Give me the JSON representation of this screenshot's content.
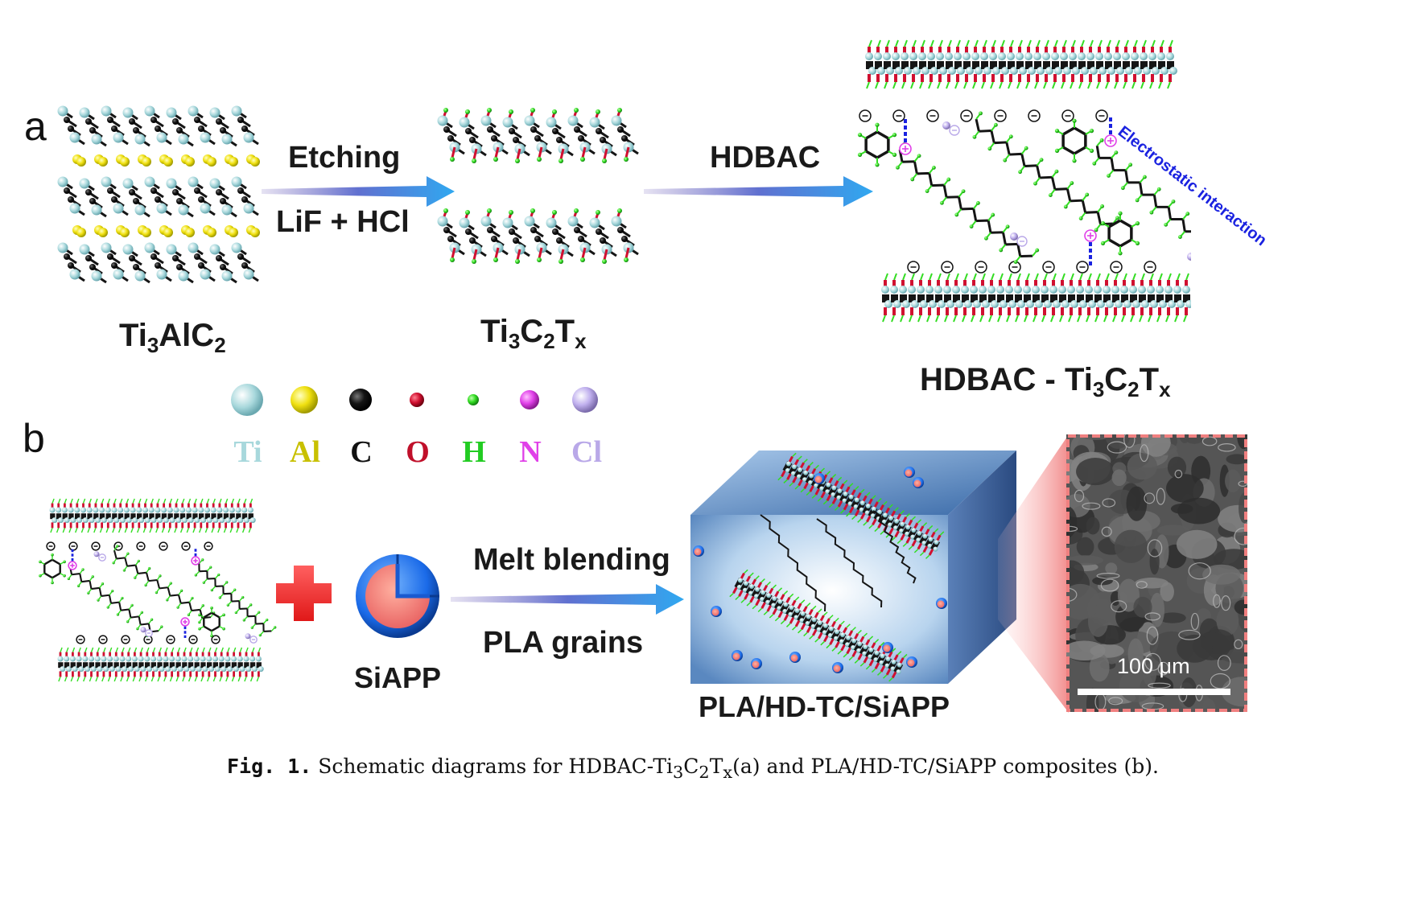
{
  "panel_a": {
    "letter": "a",
    "etching_label": "Etching",
    "reagent_label": "LiF + HCl",
    "hdbac_label": "HDBAC",
    "interaction_label": "Electrostatic interaction",
    "ti3alc2": {
      "base": "Ti",
      "s1": "3",
      "mid": "AlC",
      "s2": "2"
    },
    "ti3c2tx": {
      "base": "Ti",
      "s1": "3",
      "mid": "C",
      "s2": "2",
      "end": "T",
      "s3": "x"
    },
    "hdbac_ti3c2tx": {
      "pre": "HDBAC - Ti",
      "s1": "3",
      "mid": "C",
      "s2": "2",
      "end": "T",
      "s3": "x"
    }
  },
  "legend": [
    {
      "symbol": "Ti",
      "color": "#a8d8dc"
    },
    {
      "symbol": "Al",
      "color": "#c8c000"
    },
    {
      "symbol": "C",
      "color": "#111111"
    },
    {
      "symbol": "O",
      "color": "#c0102a"
    },
    {
      "symbol": "H",
      "color": "#22cc22"
    },
    {
      "symbol": "N",
      "color": "#e040e8"
    },
    {
      "symbol": "Cl",
      "color": "#b9a8e8"
    }
  ],
  "panel_b": {
    "letter": "b",
    "siapp_label": "SiAPP",
    "melt_label": "Melt blending",
    "grains_label": "PLA grains",
    "composite_label": "PLA/HD-TC/SiAPP",
    "scale_bar": "100 μm"
  },
  "caption": {
    "fig": "Fig. 1.",
    "pre": " Schematic diagrams for HDBAC-Ti",
    "s1": "3",
    "c": "C",
    "s2": "2",
    "t": "T",
    "s3": "x",
    "post": "(a) and PLA/HD-TC/SiAPP composites (b)."
  },
  "colors": {
    "ti": "#a8d8dc",
    "al": "#f0e010",
    "c": "#151515",
    "o": "#d01030",
    "h": "#33dd22",
    "n": "#e040e8",
    "cl": "#c0b0ee",
    "arrow": "#3ea0ee",
    "arrow_start": "#7060c0",
    "cube": "#5a88c0",
    "sem_border": "#f08080"
  }
}
